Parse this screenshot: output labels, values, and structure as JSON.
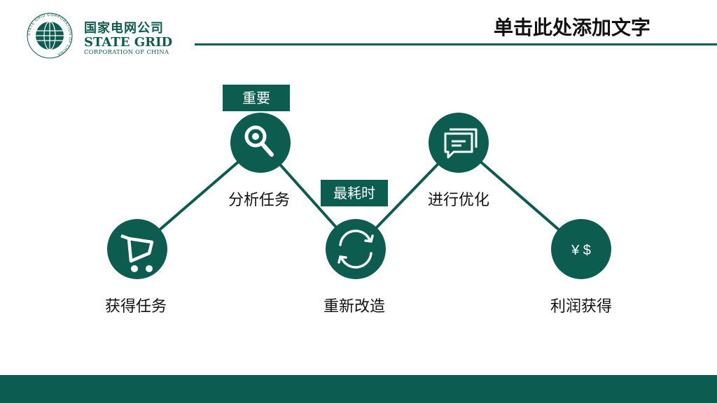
{
  "logo": {
    "name_cn": "国家电网公司",
    "name_en": "STATE GRID",
    "subtitle": "CORPORATION OF CHINA",
    "ring_text": "STATE GRID CORPORATION OF CHINA"
  },
  "header": {
    "title": "单击此处添加文字"
  },
  "steps": [
    {
      "label": "获得任务",
      "icon": "shopping-cart-icon"
    },
    {
      "label": "分析任务",
      "icon": "magnifier-icon"
    },
    {
      "label": "重新改造",
      "icon": "refresh-cycle-icon"
    },
    {
      "label": "进行优化",
      "icon": "chat-bubbles-icon"
    },
    {
      "label": "利润获得",
      "icon": "currency-icon",
      "icon_text": "¥ $"
    }
  ],
  "tags": {
    "important": "重要",
    "time_consuming": "最耗时"
  },
  "colors": {
    "primary": "#0d5c50",
    "text": "#111111",
    "background": "#ffffff"
  }
}
